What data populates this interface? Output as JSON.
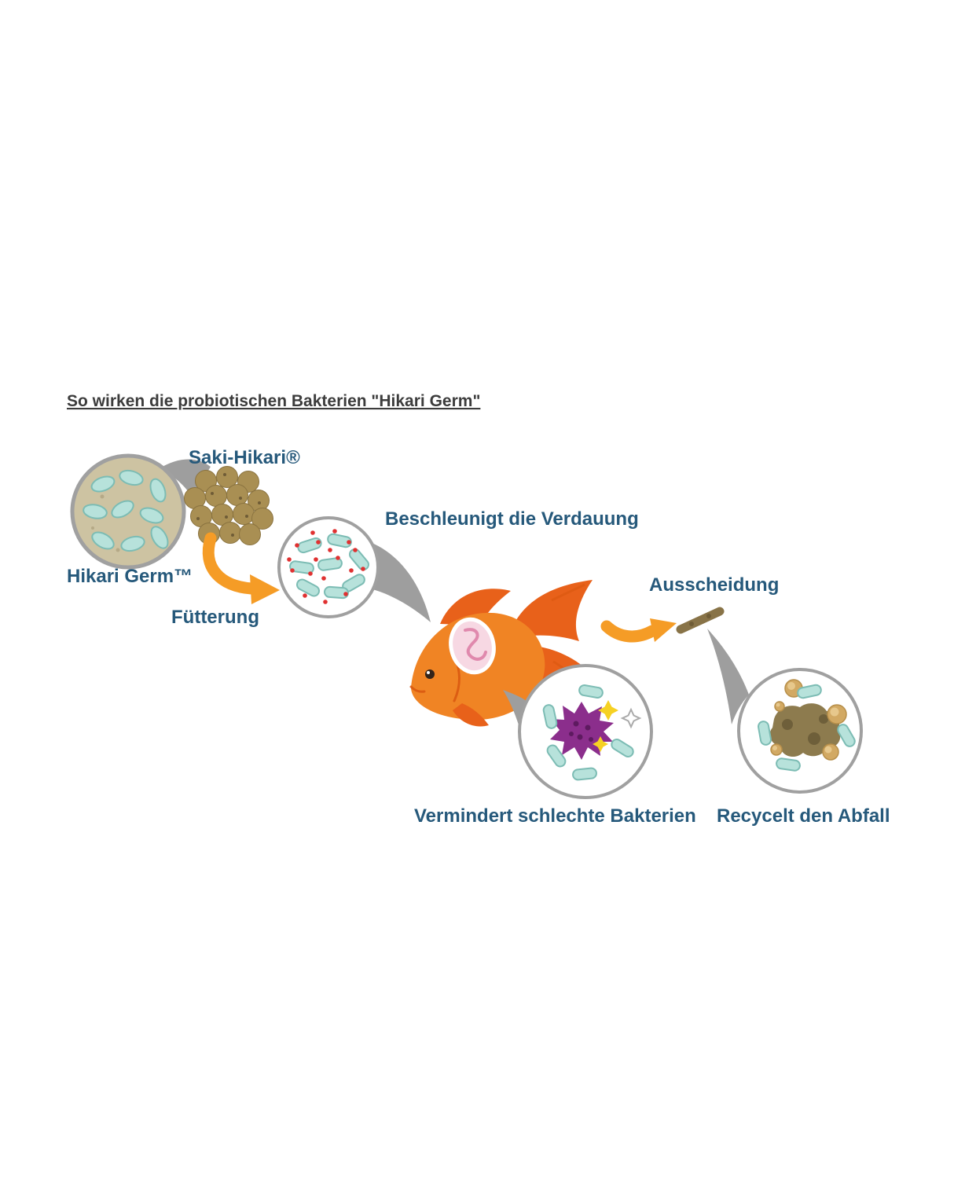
{
  "title": "So wirken die probiotischen Bakterien \"Hikari Germ\"",
  "steps": {
    "product_label": "Saki-Hikari®",
    "germ_label": "Hikari Germ™",
    "feeding_label": "Fütterung",
    "digestion_label": "Beschleunigt die Verdauung",
    "excretion_label": "Ausscheidung",
    "bad_bacteria_label": "Vermindert schlechte Bakterien",
    "recycle_label": "Recycelt den Abfall"
  },
  "figures": [
    "magnified-germ-circle",
    "food-pellet-cluster",
    "feeding-arrow",
    "digestion-bacteria-circle",
    "goldfish-illustration",
    "excretion-arrow",
    "feces-illustration",
    "bad-bacteria-circle",
    "waste-recycle-circle"
  ],
  "colors": {
    "title_text": "#3c3c3c",
    "label_text": "#26597b",
    "arrow_orange": "#f59c26",
    "fish_body": "#f08424",
    "fish_fins": "#e8611a",
    "bacteria_fill": "#b7e2db",
    "bacteria_stroke": "#7cbcb4",
    "pellet_fill": "#a98f53",
    "germ_circle_fill": "#cdc3a2",
    "callout_gray": "#9e9e9e",
    "circle_ring": "#a0a0a0",
    "bad_bacteria_purple": "#8b2e8c",
    "spark_yellow": "#f6d123",
    "red_dot": "#e03131",
    "waste_brown": "#8d7b4e",
    "waste_ball": "#d2a963",
    "feces_brown": "#887347",
    "intestine_pink": "#f7d8e3"
  }
}
